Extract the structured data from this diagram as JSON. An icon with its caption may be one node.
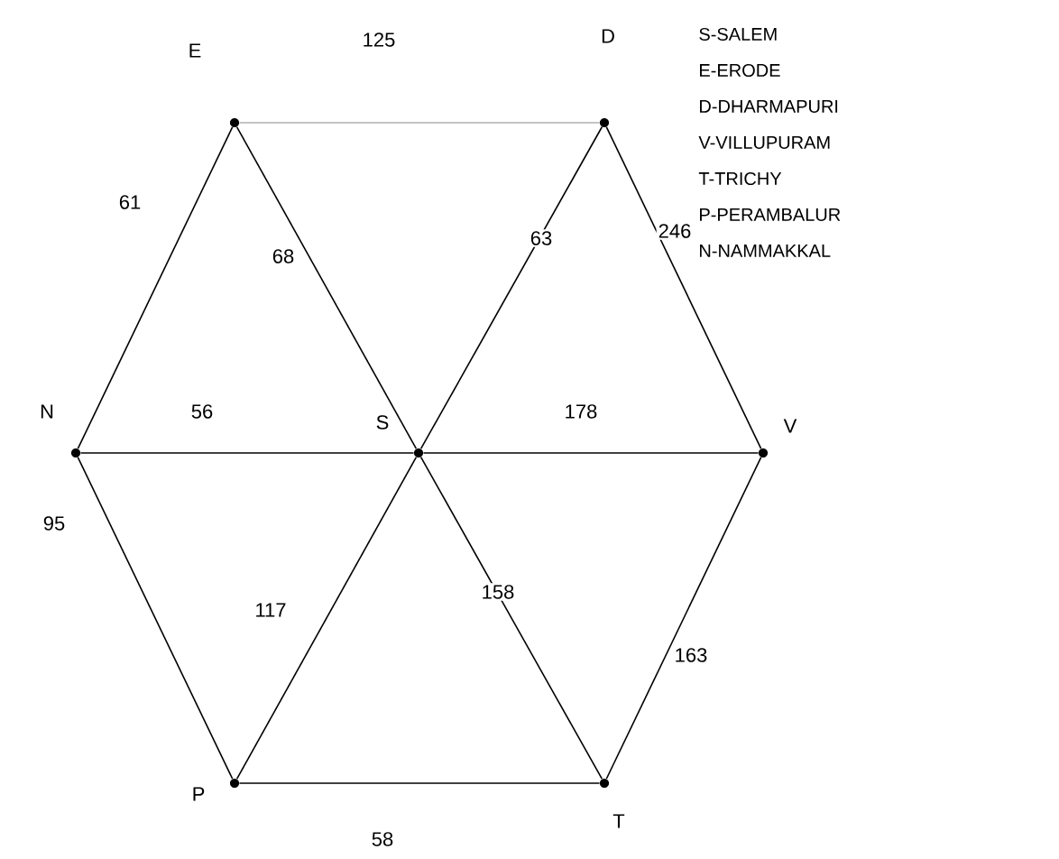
{
  "diagram": {
    "nodes": [
      {
        "text": [],
        "shape": "circle",
        "beside": [
          "E"
        ]
      },
      {
        "text": [],
        "shape": "circle",
        "beside": [
          "D"
        ]
      },
      {
        "text": [],
        "shape": "circle",
        "beside": [
          "N"
        ]
      },
      {
        "text": [],
        "shape": "circle",
        "beside": [
          "S"
        ]
      },
      {
        "text": [],
        "shape": "circle",
        "beside": [
          "V"
        ]
      },
      {
        "text": [],
        "shape": "circle",
        "beside": [
          "P"
        ]
      },
      {
        "text": [],
        "shape": "circle",
        "beside": [
          "T"
        ]
      }
    ],
    "edges": [
      {
        "from": 0,
        "to": 1,
        "arrow": "none",
        "label": "125",
        "color": "#b0b0b0"
      },
      {
        "from": 0,
        "to": 2,
        "arrow": "none",
        "label": "61"
      },
      {
        "from": 0,
        "to": 3,
        "arrow": "none",
        "label": "68"
      },
      {
        "from": 1,
        "to": 3,
        "arrow": "none",
        "label": "63"
      },
      {
        "from": 1,
        "to": 4,
        "arrow": "none",
        "label": "246"
      },
      {
        "from": 2,
        "to": 3,
        "arrow": "none",
        "label": "56"
      },
      {
        "from": 3,
        "to": 4,
        "arrow": "none",
        "label": "178"
      },
      {
        "from": 2,
        "to": 5,
        "arrow": "none",
        "label": "95"
      },
      {
        "from": 3,
        "to": 5,
        "arrow": "none",
        "label": "117"
      },
      {
        "from": 3,
        "to": 6,
        "arrow": "none",
        "label": "158"
      },
      {
        "from": 4,
        "to": 6,
        "arrow": "none",
        "label": "163"
      },
      {
        "from": 5,
        "to": 6,
        "arrow": "none",
        "label": "58"
      }
    ],
    "labels": [
      "S-SALEM",
      "E-ERODE",
      "D-DHARMAPURI",
      "V-VILLUPURAM",
      "T-TRICHY",
      "P-PERAMBALUR",
      "N-NAMMAKKAL"
    ]
  }
}
